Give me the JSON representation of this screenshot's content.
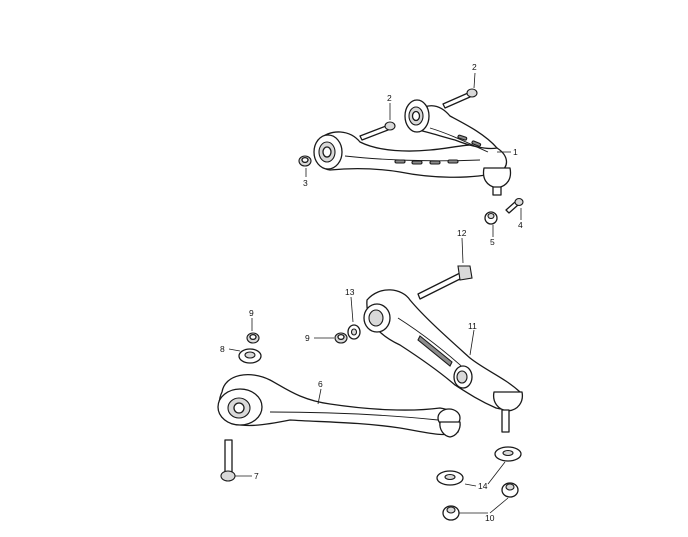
{
  "callouts": {
    "c1": "1",
    "c2a": "2",
    "c2b": "2",
    "c3": "3",
    "c4": "4",
    "c5": "5",
    "c6": "6",
    "c7": "7",
    "c8": "8",
    "c9a": "9",
    "c9b": "9",
    "c10": "10",
    "c11": "11",
    "c12": "12",
    "c13": "13",
    "c14": "14"
  },
  "colors": {
    "line": "#1a1a1a",
    "fill": "#ffffff",
    "shade": "#d9d9d9"
  }
}
